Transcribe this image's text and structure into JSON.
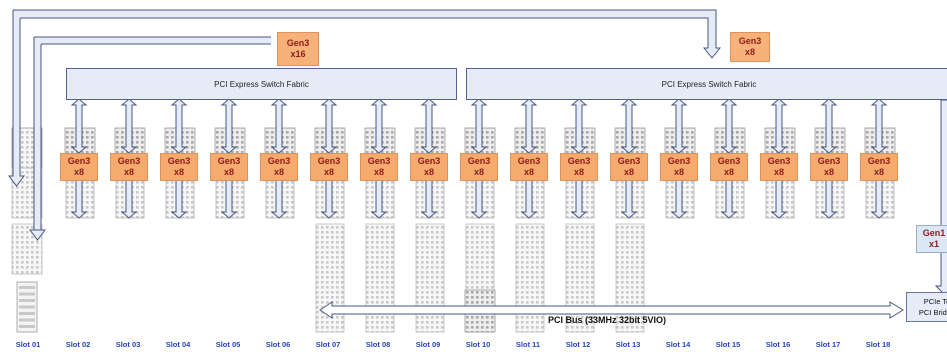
{
  "fabrics": [
    {
      "label": "PCI Express Switch Fabric"
    },
    {
      "label": "PCI Express Switch Fabric"
    }
  ],
  "uplinks": [
    {
      "gen": "Gen3",
      "width": "x16"
    },
    {
      "gen": "Gen3",
      "width": "x8"
    }
  ],
  "slot_link": {
    "gen": "Gen3",
    "width": "x8"
  },
  "bridge_link": {
    "gen": "Gen1",
    "width": "x1"
  },
  "bridge": {
    "line1": "PCIe To",
    "line2": "PCI Bridge"
  },
  "pci_bus": {
    "label": "PCI Bus (33MHz 32bit 5VIO)"
  },
  "slots": [
    "Slot 01",
    "Slot 02",
    "Slot 03",
    "Slot 04",
    "Slot 05",
    "Slot 06",
    "Slot 07",
    "Slot 08",
    "Slot 09",
    "Slot 10",
    "Slot 11",
    "Slot 12",
    "Slot 13",
    "Slot 14",
    "Slot 15",
    "Slot 16",
    "Slot 17",
    "Slot 18"
  ],
  "colors": {
    "fabric_fill": "#e6ecf7",
    "gen_fill": "#f5aa6e",
    "gen_text": "#8e1b1b",
    "slot_text": "#2b43b8",
    "arrow_fill": "#e6ecf7",
    "arrow_stroke": "#4a5680"
  }
}
